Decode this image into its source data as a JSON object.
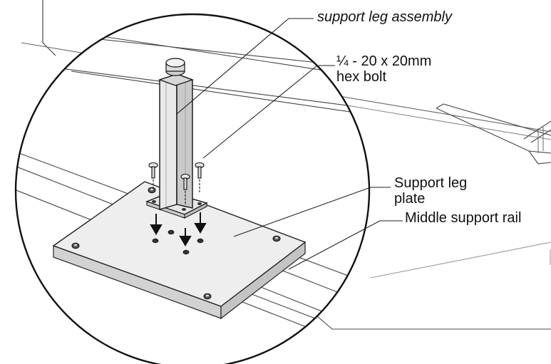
{
  "callouts": {
    "support_leg_assembly": "support leg assembly",
    "hex_bolt_line1": "¼ - 20 x 20mm",
    "hex_bolt_line2": "hex bolt",
    "support_leg_plate_line1": "Support leg",
    "support_leg_plate_line2": "plate",
    "middle_support_rail": "Middle support rail"
  },
  "colors": {
    "ink": "#111111",
    "post_face_light": "#e9e9e9",
    "post_face_dark": "#c9c9c9",
    "plate_top": "#eeeeee",
    "plate_edge": "#d2d2d2"
  }
}
